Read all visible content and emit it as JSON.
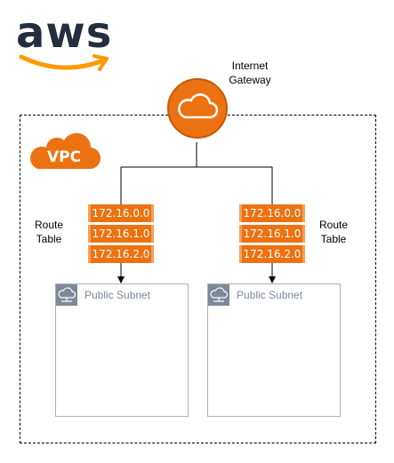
{
  "logo": {
    "text": "aws"
  },
  "gateway": {
    "label": "Internet Gateway"
  },
  "vpc": {
    "label": "VPC"
  },
  "route_tables": [
    {
      "label": "Route Table",
      "entries": [
        "172.16.0.0",
        "172.16.1.0",
        "172.16.2.0"
      ]
    },
    {
      "label": "Route Table",
      "entries": [
        "172.16.0.0",
        "172.16.1.0",
        "172.16.2.0"
      ]
    }
  ],
  "subnets": [
    {
      "label": "Public Subnet"
    },
    {
      "label": "Public Subnet"
    }
  ],
  "colors": {
    "aws_orange": "#ec7211",
    "aws_dark": "#232f3e",
    "subnet_gray": "#7d8998",
    "smile_orange": "#ff9900"
  }
}
